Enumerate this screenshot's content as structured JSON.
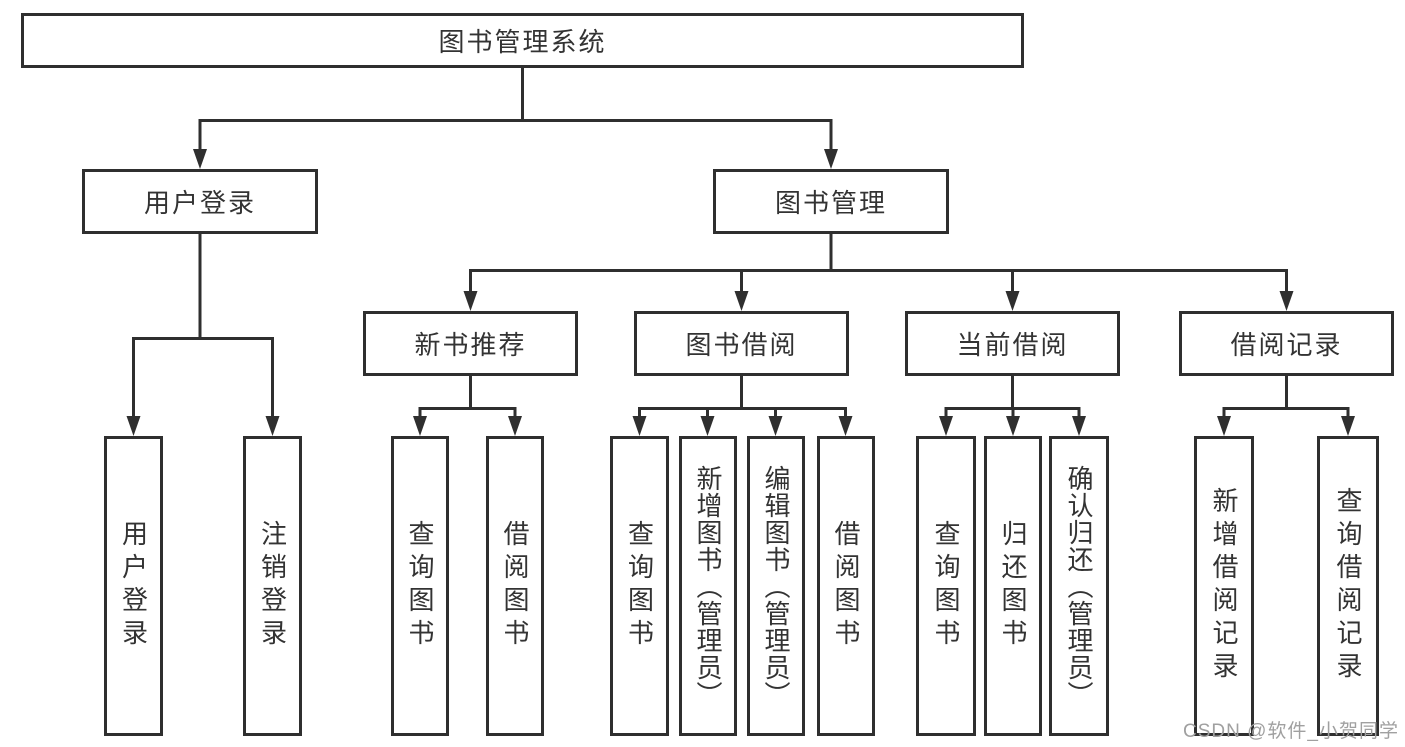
{
  "tree": {
    "root": "图书管理系统",
    "children": [
      {
        "label": "用户登录",
        "children": [
          {
            "label": "用户登录"
          },
          {
            "label": "注销登录"
          }
        ]
      },
      {
        "label": "图书管理",
        "children": [
          {
            "label": "新书推荐",
            "children": [
              {
                "label": "查询图书"
              },
              {
                "label": "借阅图书"
              }
            ]
          },
          {
            "label": "图书借阅",
            "children": [
              {
                "label": "查询图书"
              },
              {
                "label": "新增图书（管理员）"
              },
              {
                "label": "编辑图书（管理员）"
              },
              {
                "label": "借阅图书"
              }
            ]
          },
          {
            "label": "当前借阅",
            "children": [
              {
                "label": "查询图书"
              },
              {
                "label": "归还图书"
              },
              {
                "label": "确认归还（管理员）"
              }
            ]
          },
          {
            "label": "借阅记录",
            "children": [
              {
                "label": "新增借阅记录"
              },
              {
                "label": "查询借阅记录"
              }
            ]
          }
        ]
      }
    ]
  },
  "watermark": "CSDN @软件_小贺同学",
  "colors": {
    "line": "#2f2f2f",
    "text": "#333333",
    "watermark": "#a0a0a0",
    "background": "#ffffff"
  }
}
